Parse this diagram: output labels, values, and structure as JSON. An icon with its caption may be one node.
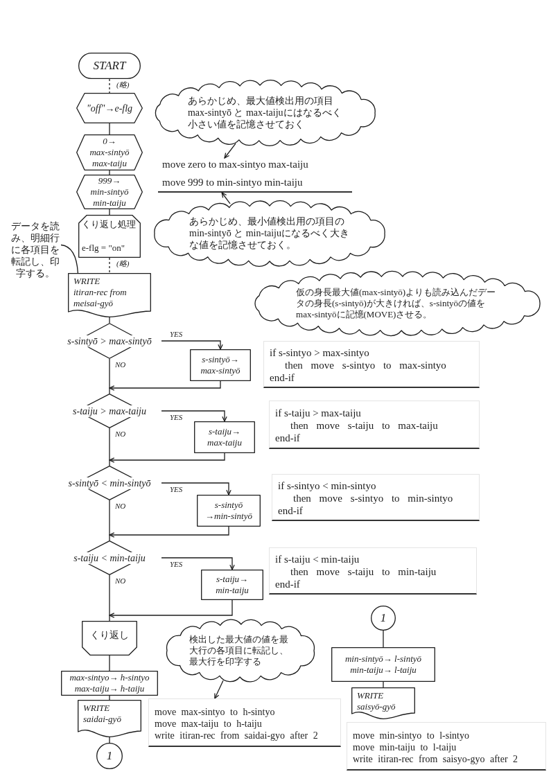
{
  "diagram": {
    "nodes": [
      {
        "text": [
          "START"
        ]
      },
      {
        "text": [
          "\"off\"→e-flg"
        ]
      },
      {
        "text": [
          "あらかじめ、最大値検出用の項目max-sintyō と max-taijuにはなるべく小さい値を記憶させておく"
        ]
      },
      {
        "text": [
          "0→ max-sintyō max-taiju"
        ]
      },
      {
        "text": [
          "move zero to max-sintyo max-taiju"
        ]
      },
      {
        "text": [
          "999→ min-sintyō min-taiju"
        ]
      },
      {
        "text": [
          "move 999 to min-sintyo min-taiju"
        ]
      },
      {
        "text": [
          "あらかじめ、最小値検出用の項目のmin-sintyō と min-taijuになるべく大きな値を記憶させておく。"
        ]
      },
      {
        "text": [
          "くり返し処理",
          "e-flg = \"on\""
        ]
      },
      {
        "text": [
          "データを読み、明細行に各項目を転記し、印字する。"
        ]
      },
      {
        "text": [
          "WRITE",
          "itiran-rec from meisai-gyō"
        ]
      },
      {
        "text": [
          "仮の身長最大値(max-sintyō)よりも読み込んだデータの身長(s-sintyō)が大きければ、s-sintyōの値をmax-sintyōに記憶(MOVE)させる。"
        ]
      },
      {
        "text": [
          "s-sintyō > max-sintyō"
        ]
      },
      {
        "text": [
          "s-sintyō→ max-sintyō"
        ]
      },
      {
        "text": [
          "if s-sintyo > max-sintyo",
          "then move s-sintyo to max-sintyo",
          "end-if"
        ]
      },
      {
        "text": [
          "s-taiju > max-taiju"
        ]
      },
      {
        "text": [
          "s-taiju→ max-taiju"
        ]
      },
      {
        "text": [
          "if s-taiju > max-taiju",
          "then move s-taiju to max-taiju",
          "end-if"
        ]
      },
      {
        "text": [
          "s-sintyō < min-sintyō"
        ]
      },
      {
        "text": [
          "s-sintyō →min-sintyō"
        ]
      },
      {
        "text": [
          "if s-sintyo < min-sintyo",
          "then move s-sintyo to min-sintyo",
          "end-if"
        ]
      },
      {
        "text": [
          "s-taiju < min-taiju"
        ]
      },
      {
        "text": [
          "s-taiju→ min-taiju"
        ]
      },
      {
        "text": [
          "if s-taiju < min-taiju",
          "then move s-taiju to min-taiju",
          "end-if"
        ]
      },
      {
        "text": [
          "くり返し"
        ]
      },
      {
        "text": [
          "検出した最大値の値を最大行の各項目に転記し、最大行を印字する"
        ]
      },
      {
        "text": [
          "max-sintyo→ h-sintyo max-taiju→ h-taiju"
        ]
      },
      {
        "text": [
          "WRITE",
          "saidai-gyō"
        ]
      },
      {
        "text": [
          "move max-sintyo to h-sintyo",
          "move max-taiju to h-taiju",
          "write itiran-rec from saidai-gyo after 2"
        ]
      },
      {
        "text": [
          "1"
        ]
      },
      {
        "text": [
          "1"
        ]
      },
      {
        "text": [
          "min-sintyō→ l-sintyō min-taiju→ l-taiju"
        ]
      },
      {
        "text": [
          "WRITE",
          "saisyō-gyō"
        ]
      },
      {
        "text": [
          "move min-sintyo to l-sintyo",
          "move min-taiju to l-taiju",
          "write itiran-rec from saisyo-gyo after 2"
        ]
      }
    ],
    "edges": [
      {
        "from": 0,
        "to": 1,
        "arrow": "none",
        "style": "dashed",
        "label": "(略)"
      },
      {
        "from": 1,
        "to": 3,
        "arrow": "none"
      },
      {
        "from": 3,
        "to": 5,
        "arrow": "none"
      },
      {
        "from": 5,
        "to": 8,
        "arrow": "none"
      },
      {
        "from": 8,
        "to": 10,
        "arrow": "none",
        "style": "dashed",
        "label": "(略)"
      },
      {
        "from": 10,
        "to": 12,
        "arrow": "none"
      },
      {
        "from": 12,
        "to": 13,
        "arrow": "to",
        "label": "YES"
      },
      {
        "from": 12,
        "to": 15,
        "arrow": "none",
        "label": "NO"
      },
      {
        "from": 13,
        "to": 15,
        "arrow": "to"
      },
      {
        "from": 15,
        "to": 16,
        "arrow": "to",
        "label": "YES"
      },
      {
        "from": 15,
        "to": 18,
        "arrow": "none",
        "label": "NO"
      },
      {
        "from": 16,
        "to": 18,
        "arrow": "to"
      },
      {
        "from": 18,
        "to": 19,
        "arrow": "to",
        "label": "YES"
      },
      {
        "from": 18,
        "to": 21,
        "arrow": "none",
        "label": "NO"
      },
      {
        "from": 19,
        "to": 21,
        "arrow": "to"
      },
      {
        "from": 21,
        "to": 22,
        "arrow": "to",
        "label": "YES"
      },
      {
        "from": 21,
        "to": 24,
        "arrow": "none",
        "label": "NO"
      },
      {
        "from": 22,
        "to": 24,
        "arrow": "to"
      },
      {
        "from": 24,
        "to": 26,
        "arrow": "none"
      },
      {
        "from": 26,
        "to": 27,
        "arrow": "none"
      },
      {
        "from": 27,
        "to": 29,
        "arrow": "none"
      },
      {
        "from": 30,
        "to": 31,
        "arrow": "none"
      },
      {
        "from": 31,
        "to": 32,
        "arrow": "none"
      },
      {
        "from": 9,
        "to": 10,
        "arrow": "none"
      },
      {
        "from": 2,
        "to": 4,
        "arrow": "to"
      },
      {
        "from": 7,
        "to": 6,
        "arrow": "to"
      },
      {
        "from": 25,
        "to": 28,
        "arrow": "to"
      }
    ]
  }
}
